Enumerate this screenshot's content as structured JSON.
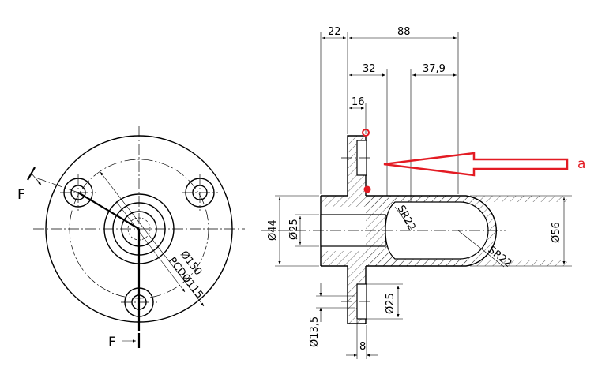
{
  "front_view": {
    "section_label_top": "F",
    "section_label_bottom": "F",
    "dim_outer": "Ø150",
    "dim_pcd": "PCDØ115"
  },
  "section_view": {
    "dim_22": "22",
    "dim_88": "88",
    "dim_32": "32",
    "dim_37_9": "37,9",
    "dim_16": "16",
    "dim_44": "Ø44",
    "dim_25_bore": "Ø25",
    "dim_56": "Ø56",
    "dim_sr22_inner": "SR22",
    "dim_sr22_outer": "SR22",
    "dim_25_hole": "Ø25",
    "dim_13_5": "Ø13,5",
    "dim_8": "8"
  },
  "annotation": {
    "label": "a",
    "color": "#e31b23"
  }
}
